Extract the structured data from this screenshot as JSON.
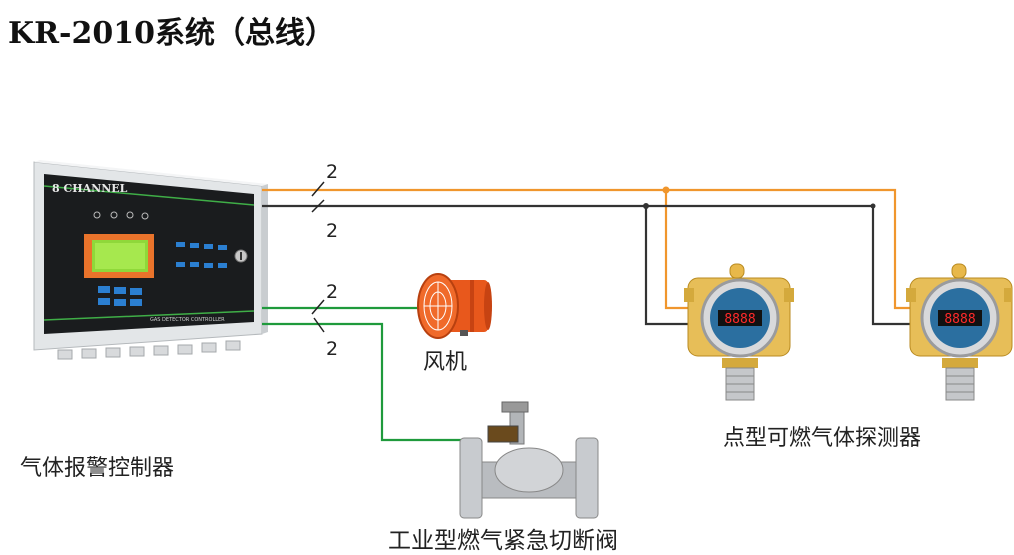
{
  "title": "KR-2010系统（总线）",
  "controller": {
    "label": "气体报警控制器",
    "panel_text": "8  CHANNEL",
    "bottom_text": "GAS DETECTOR CONTROLLER"
  },
  "fan": {
    "label": "风机"
  },
  "valve": {
    "label": "工业型燃气紧急切断阀"
  },
  "detectors": {
    "label": "点型可燃气体探测器",
    "display": "8888"
  },
  "wire_counts": [
    "2",
    "2",
    "2",
    "2"
  ],
  "colors": {
    "orange_wire": "#f0962d",
    "black_wire": "#333333",
    "green_wire": "#1f9a3c"
  }
}
